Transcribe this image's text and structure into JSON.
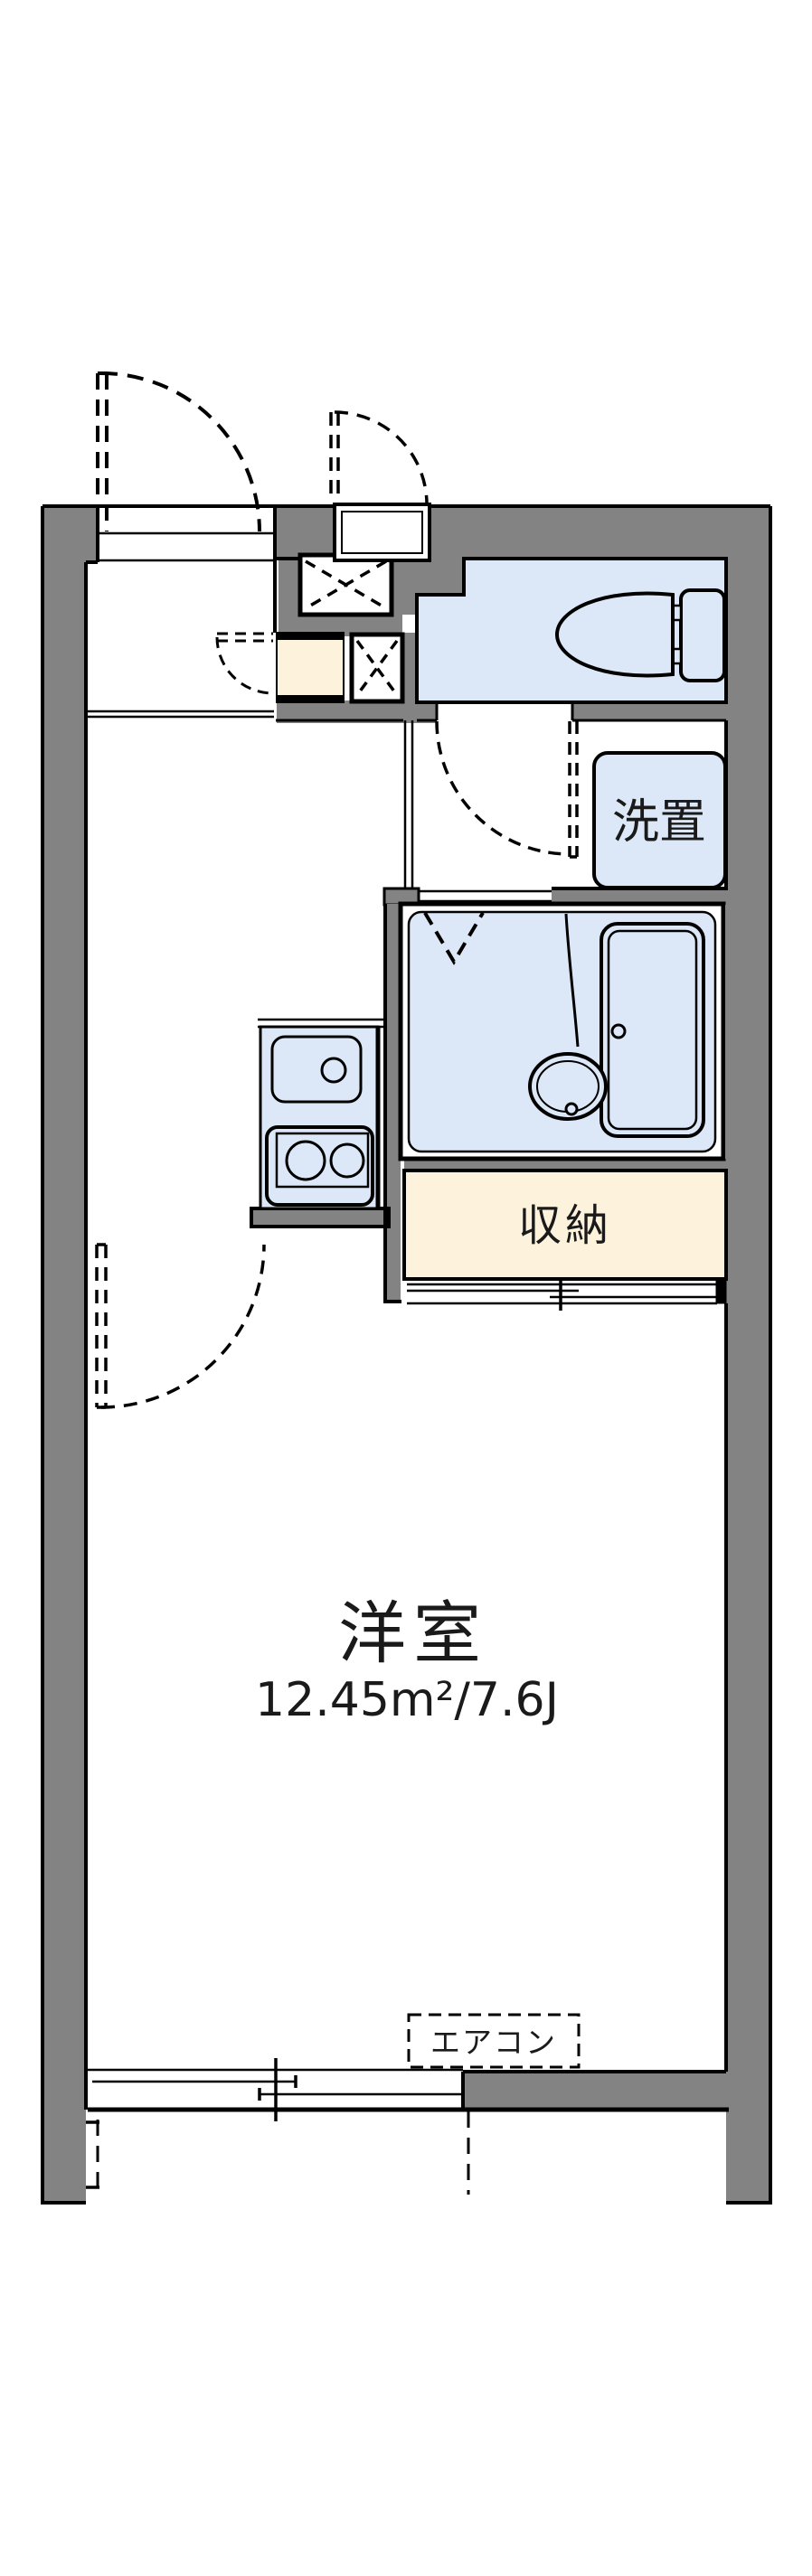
{
  "floor_plan": {
    "labels": {
      "western_room": "洋室",
      "western_room_area": "12.45m²/7.6J",
      "closet": "収納",
      "laundry_space": "洗置",
      "air_conditioner": "エアコン"
    },
    "colors": {
      "wall_gray": "#838383",
      "fixture_blue": "#dce8f8",
      "closet_cream": "#fdf2dc",
      "line_black": "#000000",
      "background_white": "#ffffff"
    }
  }
}
